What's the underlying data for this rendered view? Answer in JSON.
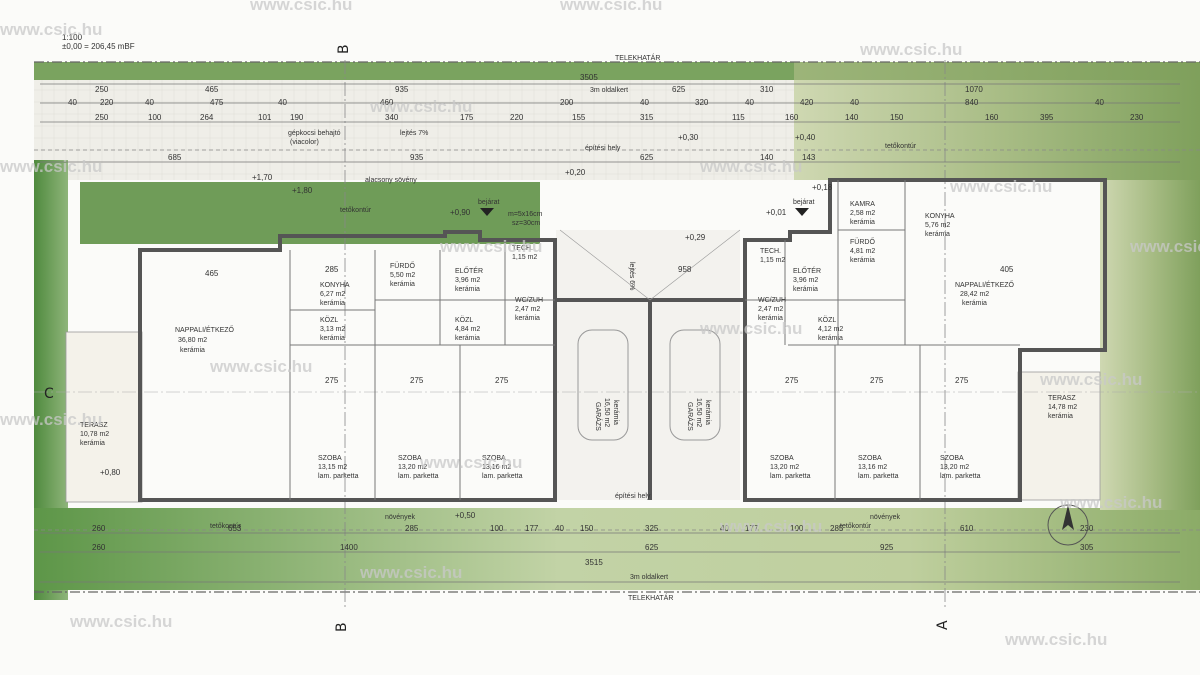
{
  "header": {
    "scale": "1:100",
    "elevation": "±0,00 = 206,45 mBF"
  },
  "site": {
    "boundary_label": "TELEKHATÁR",
    "side_garden_label": "3m oldalkert",
    "roof_outline_label": "tetőkontúr",
    "build_zone_label": "építési hely",
    "driveway_label": "gépkocsi behajtó",
    "driveway_sub": "(viacolor)",
    "slope_label": "lejtés 7%",
    "slope_label_2": "lejtés 6%",
    "hedge_label": "alacsony sövény",
    "plants_label": "növények",
    "entrance_label": "bejárat",
    "steps_label": "m=5x16cm",
    "steps_sub": "sz=30cm",
    "section_b": "B",
    "section_a": "A",
    "section_c": "C"
  },
  "rooms_left": [
    {
      "name": "NAPPALI/ÉTKEZŐ",
      "area": "36,80 m2",
      "finish": "kerámia"
    },
    {
      "name": "KONYHA",
      "area": "6,27 m2",
      "finish": "kerámia"
    },
    {
      "name": "FÜRDŐ",
      "area": "5,50 m2",
      "finish": "kerámia"
    },
    {
      "name": "TECH.",
      "area": "1,15 m2",
      "finish": ""
    },
    {
      "name": "ELŐTÉR",
      "area": "3,96 m2",
      "finish": "kerámia"
    },
    {
      "name": "WC/ZUH",
      "area": "2,47 m2",
      "finish": "kerámia"
    },
    {
      "name": "KÖZL",
      "area": "3,13 m2",
      "finish": "kerámia"
    },
    {
      "name": "KÖZL",
      "area": "4,84 m2",
      "finish": "kerámia"
    },
    {
      "name": "SZOBA",
      "area": "13,15 m2",
      "finish": "lam. parketta"
    },
    {
      "name": "SZOBA",
      "area": "13,20 m2",
      "finish": "lam. parketta"
    },
    {
      "name": "SZOBA",
      "area": "13,16 m2",
      "finish": "lam. parketta"
    },
    {
      "name": "TERASZ",
      "area": "10,78 m2",
      "finish": "kerámia"
    }
  ],
  "rooms_right": [
    {
      "name": "KAMRA",
      "area": "2,58 m2",
      "finish": "kerámia"
    },
    {
      "name": "KONYHA",
      "area": "5,76 m2",
      "finish": "kerámia"
    },
    {
      "name": "FÜRDŐ",
      "area": "4,81 m2",
      "finish": "kerámia"
    },
    {
      "name": "TECH.",
      "area": "1,15 m2",
      "finish": ""
    },
    {
      "name": "ELŐTÉR",
      "area": "3,96 m2",
      "finish": "kerámia"
    },
    {
      "name": "WC/ZUH",
      "area": "2,47 m2",
      "finish": "kerámia"
    },
    {
      "name": "KÖZL",
      "area": "4,12 m2",
      "finish": "kerámia"
    },
    {
      "name": "NAPPALI/ÉTKEZŐ",
      "area": "28,42 m2",
      "finish": "kerámia"
    },
    {
      "name": "SZOBA",
      "area": "13,20 m2",
      "finish": "lam. parketta"
    },
    {
      "name": "SZOBA",
      "area": "13,16 m2",
      "finish": "lam. parketta"
    },
    {
      "name": "SZOBA",
      "area": "13,20 m2",
      "finish": "lam. parketta"
    },
    {
      "name": "TERASZ",
      "area": "14,78 m2",
      "finish": "kerámia"
    }
  ],
  "garages": [
    {
      "name": "GARÁZS",
      "area": "16,50 m2",
      "finish": "kerámia"
    },
    {
      "name": "GARÁZS",
      "area": "16,50 m2",
      "finish": "kerámia"
    }
  ],
  "dimensions": {
    "top_total": "3505",
    "top_row1": [
      "250",
      "465",
      "935",
      "625",
      "310",
      "1070"
    ],
    "top_row2": [
      "40",
      "220",
      "40",
      "475",
      "40",
      "460",
      "200",
      "40",
      "320",
      "40",
      "420",
      "40",
      "840",
      "40"
    ],
    "top_row3": [
      "250",
      "100",
      "264",
      "101",
      "190",
      "340",
      "175",
      "220",
      "155",
      "315",
      "115",
      "160",
      "140",
      "150",
      "160",
      "395",
      "230"
    ],
    "top_row4": [
      "685",
      "935",
      "625",
      "140",
      "143"
    ],
    "bottom_row1": [
      "260",
      "653",
      "285",
      "100",
      "177",
      "40",
      "150",
      "325",
      "40",
      "177",
      "100",
      "285",
      "610",
      "230"
    ],
    "bottom_row2": [
      "260",
      "1400",
      "625",
      "925",
      "305"
    ],
    "bottom_total": "3515",
    "room_widths": [
      "465",
      "285",
      "275",
      "275",
      "275",
      "958",
      "275",
      "275",
      "275",
      "405"
    ]
  },
  "levels": [
    "+0,20",
    "+0,40",
    "+0,30",
    "+1,70",
    "+1,80",
    "+0,18",
    "+0,29",
    "+0,01",
    "+0,50",
    "+0,80",
    "+0,90"
  ],
  "watermark": "www.csic.hu"
}
